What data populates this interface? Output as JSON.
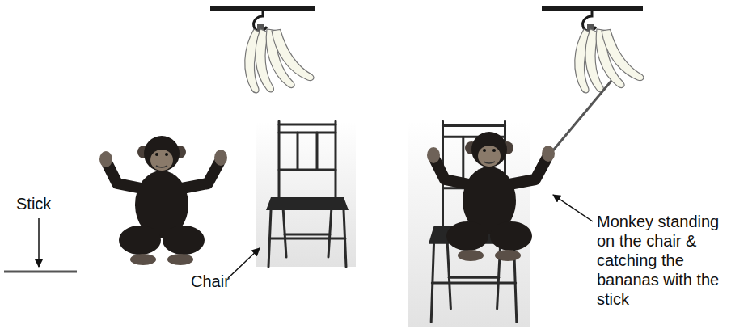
{
  "diagram": {
    "labels": [
      "Stick",
      "Chair",
      "Monkey standing on the chair & catching the bananas with the stick"
    ]
  }
}
